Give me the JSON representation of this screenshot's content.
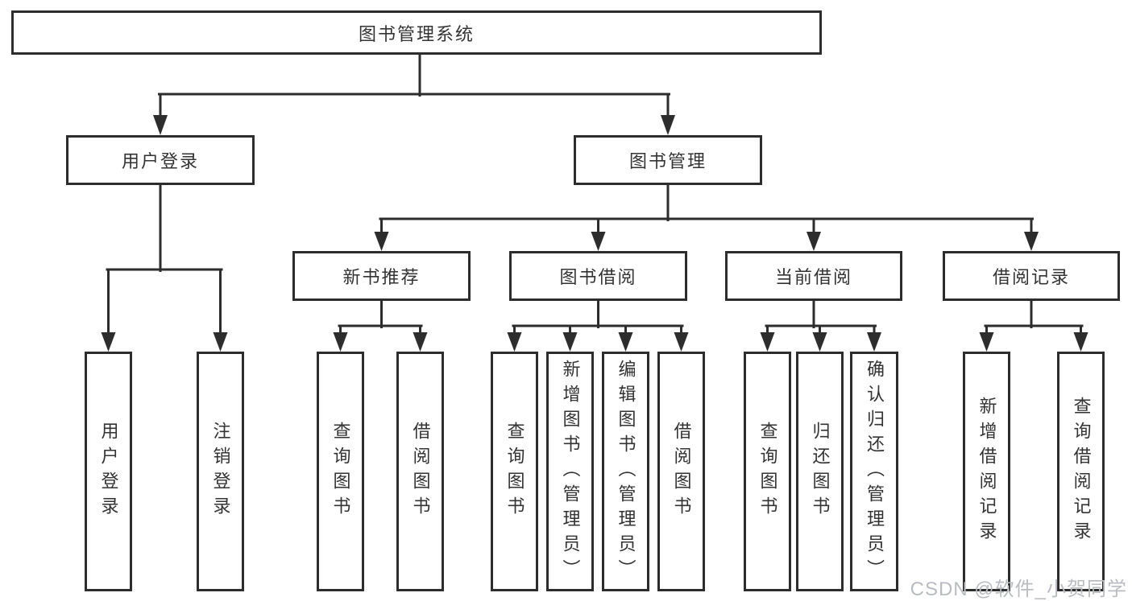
{
  "diagram": {
    "root": "图书管理系统",
    "branches": [
      {
        "label": "用户登录",
        "children": [
          "用户登录",
          "注销登录"
        ]
      },
      {
        "label": "图书管理",
        "children": [
          {
            "label": "新书推荐",
            "children": [
              "查询图书",
              "借阅图书"
            ]
          },
          {
            "label": "图书借阅",
            "children": [
              "查询图书",
              "新增图书（管理员）",
              "编辑图书（管理员）",
              "借阅图书"
            ]
          },
          {
            "label": "当前借阅",
            "children": [
              "查询图书",
              "归还图书",
              "确认归还（管理员）"
            ]
          },
          {
            "label": "借阅记录",
            "children": [
              "新增借阅记录",
              "查询借阅记录"
            ]
          }
        ]
      }
    ]
  },
  "watermark": {
    "text": "CSDN @软件_小贺同学"
  },
  "colors": {
    "line": "#2d2d2d",
    "text": "#333333",
    "watermark": "#b9bcc1",
    "background": "#ffffff"
  }
}
